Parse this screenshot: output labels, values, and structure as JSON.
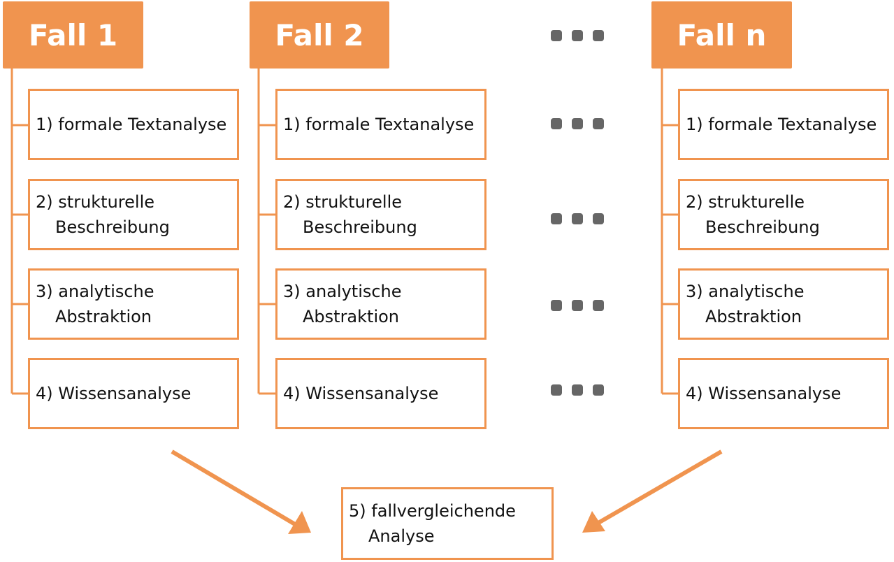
{
  "columns": [
    {
      "header": "Fall 1",
      "steps": [
        {
          "num": "1)",
          "line1": "formale Textanalyse",
          "line2": ""
        },
        {
          "num": "2)",
          "line1": "strukturelle",
          "line2": "Beschreibung"
        },
        {
          "num": "3)",
          "line1": "analytische",
          "line2": "Abstraktion"
        },
        {
          "num": "4)",
          "line1": "Wissensanalyse",
          "line2": ""
        }
      ]
    },
    {
      "header": "Fall 2",
      "steps": [
        {
          "num": "1)",
          "line1": "formale Textanalyse",
          "line2": ""
        },
        {
          "num": "2)",
          "line1": "strukturelle",
          "line2": "Beschreibung"
        },
        {
          "num": "3)",
          "line1": "analytische",
          "line2": "Abstraktion"
        },
        {
          "num": "4)",
          "line1": "Wissensanalyse",
          "line2": ""
        }
      ]
    },
    {
      "header": "Fall n",
      "steps": [
        {
          "num": "1)",
          "line1": "formale Textanalyse",
          "line2": ""
        },
        {
          "num": "2)",
          "line1": "strukturelle",
          "line2": "Beschreibung"
        },
        {
          "num": "3)",
          "line1": "analytische",
          "line2": "Abstraktion"
        },
        {
          "num": "4)",
          "line1": "Wissensanalyse",
          "line2": ""
        }
      ]
    }
  ],
  "final": {
    "num": "5)",
    "line1": "fallvergleichende",
    "line2": "Analyse"
  },
  "colors": {
    "accent": "#F0944F",
    "dots": "#666666",
    "text": "#111111"
  },
  "icons": {
    "ellipsis": "ellipsis-icon",
    "arrow": "arrow-icon"
  }
}
